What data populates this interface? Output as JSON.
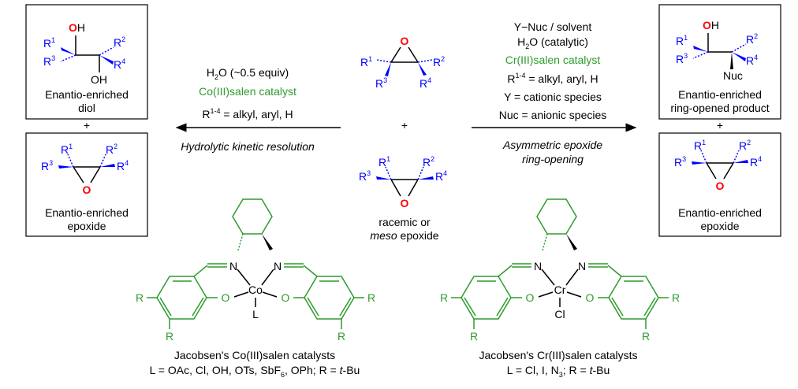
{
  "left_box_top": {
    "caption_line1": "Enantio-enriched",
    "caption_line2": "diol",
    "atom_O": "O",
    "atom_H": "H",
    "oh2": "OH",
    "r1": "R",
    "r1_sup": "1",
    "r2": "R",
    "r2_sup": "2",
    "r3": "R",
    "r3_sup": "3",
    "r4": "R",
    "r4_sup": "4"
  },
  "left_box_bottom": {
    "caption_line1": "Enantio-enriched",
    "caption_line2": "epoxide",
    "atom_O": "O",
    "r1": "R",
    "r1_sup": "1",
    "r2": "R",
    "r2_sup": "2",
    "r3": "R",
    "r3_sup": "3",
    "r4": "R",
    "r4_sup": "4"
  },
  "right_box_top": {
    "caption_line1": "Enantio-enriched",
    "caption_line2": "ring-opened product",
    "atom_O": "O",
    "atom_H": "H",
    "nuc": "Nuc",
    "r1": "R",
    "r1_sup": "1",
    "r2": "R",
    "r2_sup": "2",
    "r3": "R",
    "r3_sup": "3",
    "r4": "R",
    "r4_sup": "4"
  },
  "right_box_bottom": {
    "caption_line1": "Enantio-enriched",
    "caption_line2": "epoxide",
    "atom_O": "O",
    "r1": "R",
    "r1_sup": "1",
    "r2": "R",
    "r2_sup": "2",
    "r3": "R",
    "r3_sup": "3",
    "r4": "R",
    "r4_sup": "4"
  },
  "plus": "+",
  "center": {
    "atom_O": "O",
    "r1": "R",
    "r1_sup": "1",
    "r2": "R",
    "r2_sup": "2",
    "r3": "R",
    "r3_sup": "3",
    "r4": "R",
    "r4_sup": "4",
    "caption_line1": "racemic or",
    "caption_meso": "meso",
    "caption_epoxide": " epoxide"
  },
  "left_arrow": {
    "line1_h": "H",
    "line1_sub": "2",
    "line1_rest": "O  (~0.5 equiv)",
    "catalyst": "Co(III)salen catalyst",
    "r_label": "R",
    "r_sup": "1-4",
    "r_rest": " = alkyl, aryl, H",
    "below": "Hydrolytic kinetic resolution"
  },
  "right_arrow": {
    "line1": "Y−Nuc / solvent",
    "line2_h": "H",
    "line2_sub": "2",
    "line2_rest": "O (catalytic)",
    "catalyst": "Cr(III)salen catalyst",
    "r_label": "R",
    "r_sup": "1-4",
    "r_rest": " = alkyl, aryl, H",
    "y_line": "Y = cationic species",
    "nuc_line": "Nuc = anionic species",
    "below1": "Asymmetric epoxide",
    "below2": "ring-opening"
  },
  "co_catalyst": {
    "metal": "Co",
    "axial": "L",
    "n": "N",
    "o": "O",
    "r": "R",
    "caption1": "Jacobsen's Co(III)salen catalysts",
    "caption2_pre": "L = OAc, Cl, OH, OTs, SbF",
    "caption2_sub": "6",
    "caption2_mid": ", OPh; R = ",
    "caption2_it": "t",
    "caption2_end": "-Bu"
  },
  "cr_catalyst": {
    "metal": "Cr",
    "axial": "Cl",
    "n": "N",
    "o": "O",
    "r": "R",
    "caption1": "Jacobsen's Cr(III)salen catalysts",
    "caption2_pre": "L = Cl, I, N",
    "caption2_sub": "3",
    "caption2_mid": "; R = ",
    "caption2_it": "t",
    "caption2_end": "-Bu"
  },
  "colors": {
    "blue": "#0000ff",
    "red": "#ff0000",
    "green": "#2e9b2e",
    "black": "#000000"
  }
}
